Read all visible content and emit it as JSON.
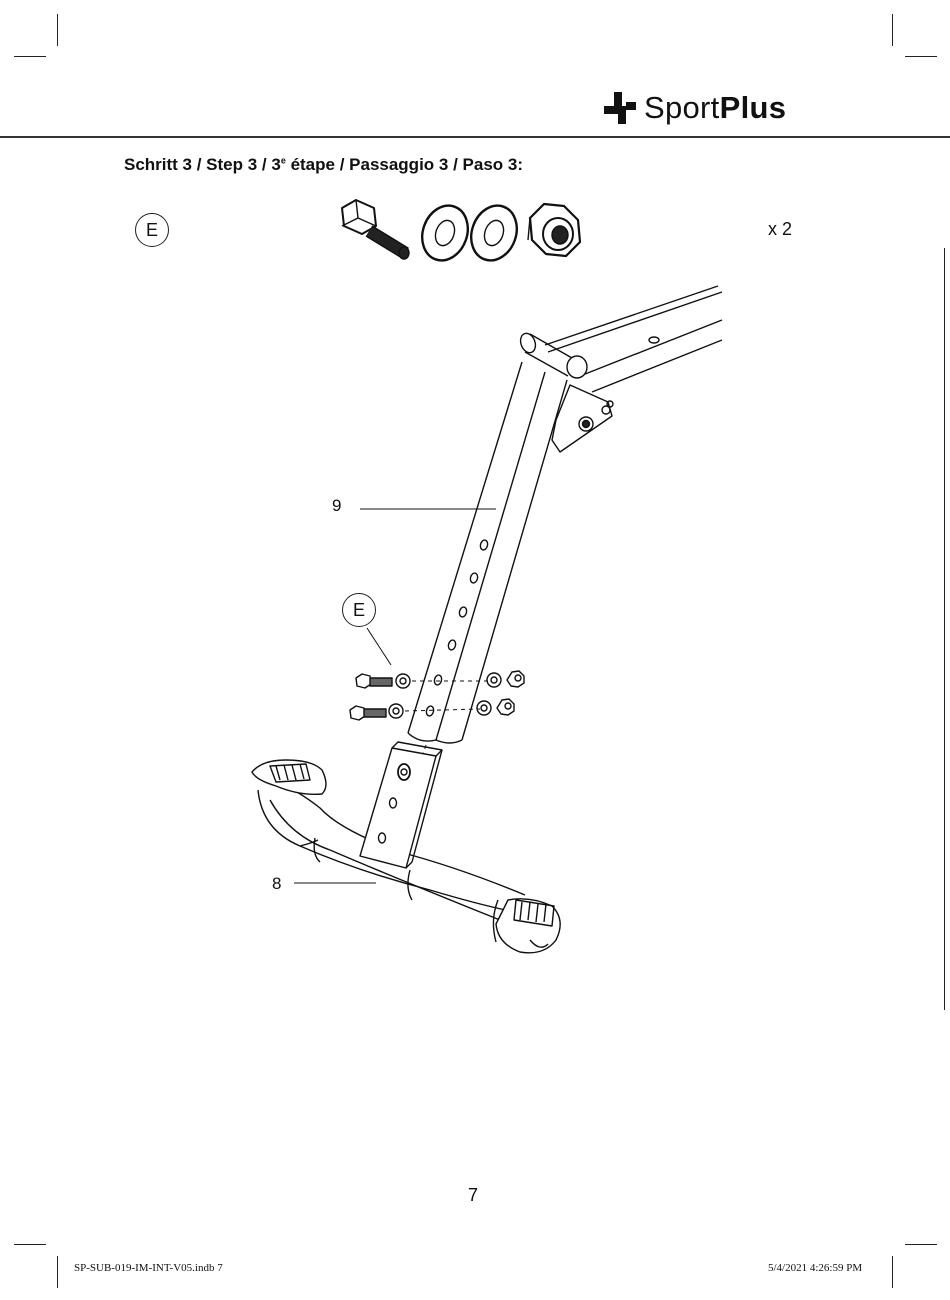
{
  "brand": {
    "light": "Sport",
    "bold": "Plus"
  },
  "step": {
    "title_main": "Schritt 3 / Step 3 / 3",
    "title_sup": "e",
    "title_rest": " étape / Passaggio 3 / Paso 3:"
  },
  "hardware": {
    "label": "E",
    "quantity": "x 2",
    "items": [
      "bolt-icon",
      "washer-icon",
      "washer-icon",
      "lock-nut-icon"
    ]
  },
  "diagram": {
    "callout_label": "E",
    "parts": [
      {
        "number": "9"
      },
      {
        "number": "8"
      }
    ]
  },
  "page_number": "7",
  "footer": {
    "filename": "SP-SUB-019-IM-INT-V05.indb   7",
    "timestamp": "5/4/2021   4:26:59 PM"
  }
}
